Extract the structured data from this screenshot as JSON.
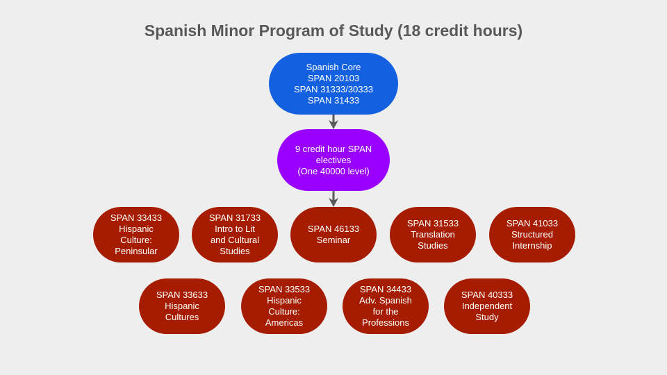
{
  "title": "Spanish Minor Program of Study (18 credit hours)",
  "colors": {
    "core": "#1360e0",
    "electives": "#9900ff",
    "course": "#a61c00",
    "arrow": "#595959",
    "background": "#eeeeee"
  },
  "core": {
    "text": "Spanish Core\nSPAN 20103\nSPAN 31333/30333\nSPAN 31433"
  },
  "electives": {
    "text": "9 credit hour SPAN\nelectives\n(One 40000 level)"
  },
  "courses_row1": [
    {
      "text": "SPAN 33433\nHispanic\nCulture:\nPeninsular"
    },
    {
      "text": "SPAN 31733\nIntro to Lit\nand Cultural\nStudies"
    },
    {
      "text": "SPAN 46133\nSeminar"
    },
    {
      "text": "SPAN 31533\nTranslation\nStudies"
    },
    {
      "text": "SPAN 41033\nStructured\nInternship"
    }
  ],
  "courses_row2": [
    {
      "text": "SPAN 33633\nHispanic\nCultures"
    },
    {
      "text": "SPAN 33533\nHispanic\nCulture:\nAmericas"
    },
    {
      "text": "SPAN 34433\nAdv. Spanish\nfor the\nProfessions"
    },
    {
      "text": "SPAN 40333\nIndependent\nStudy"
    }
  ]
}
